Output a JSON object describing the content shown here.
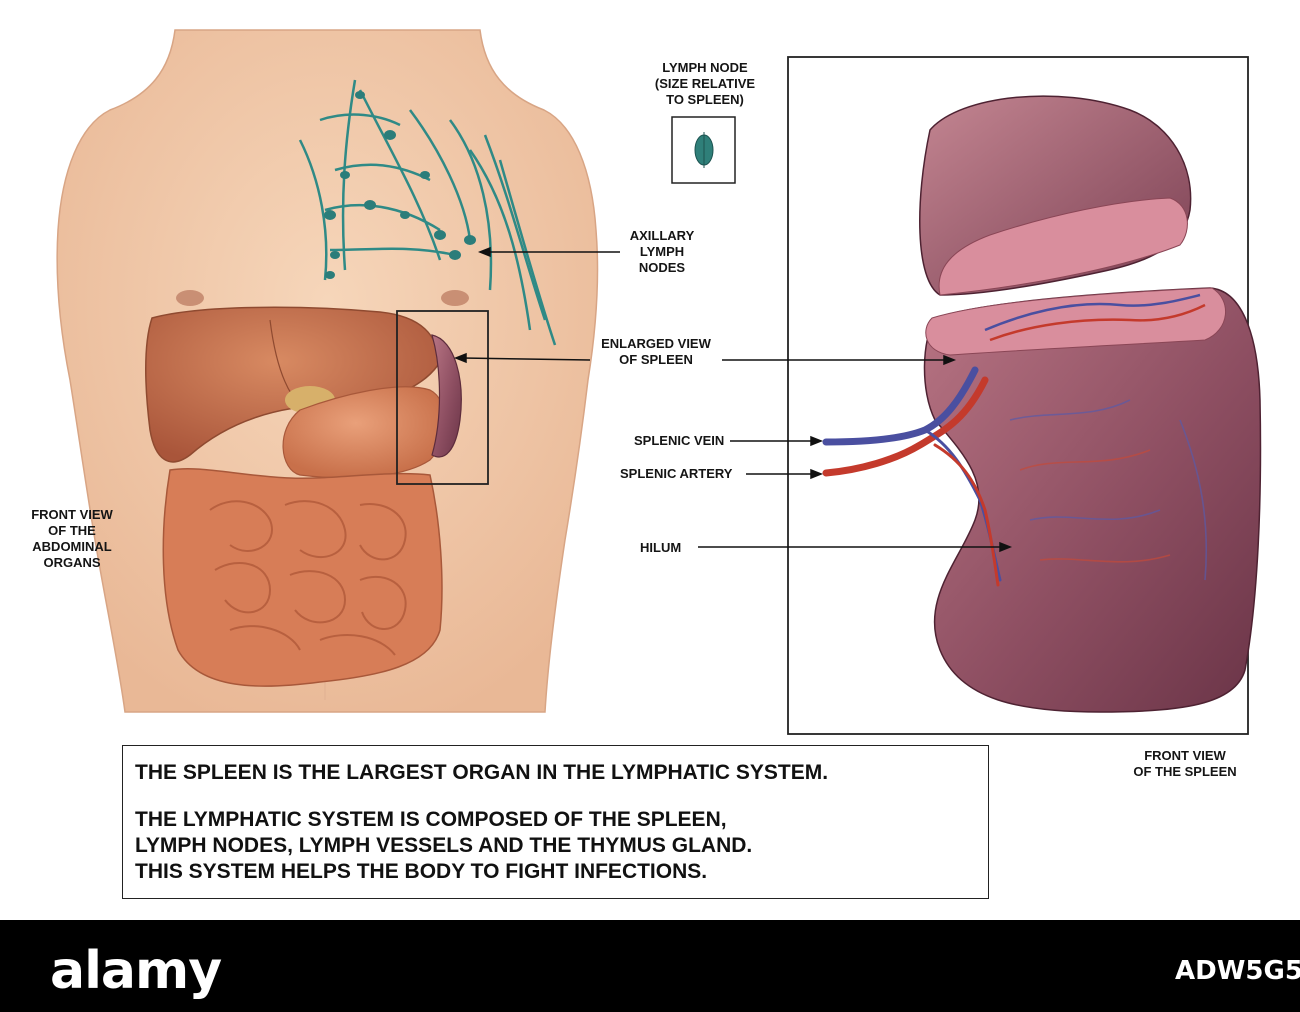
{
  "labels": {
    "lymph_node_note": "LYMPH NODE\n(SIZE RELATIVE\nTO SPLEEN)",
    "axillary": "AXILLARY\nLYMPH\nNODES",
    "enlarged_view": "ENLARGED VIEW\nOF SPLEEN",
    "splenic_vein": "SPLENIC VEIN",
    "splenic_artery": "SPLENIC ARTERY",
    "hilum": "HILUM",
    "front_view_abdominal": "FRONT VIEW\nOF THE\nABDOMINAL\nORGANS",
    "front_view_spleen": "FRONT VIEW\nOF THE SPLEEN"
  },
  "caption": {
    "line1": "THE SPLEEN IS THE LARGEST ORGAN IN THE LYMPHATIC SYSTEM.",
    "line2": "THE LYMPHATIC SYSTEM IS COMPOSED OF THE SPLEEN,",
    "line3": "LYMPH NODES, LYMPH VESSELS AND THE THYMUS GLAND.",
    "line4": "THIS SYSTEM HELPS THE BODY TO FIGHT INFECTIONS."
  },
  "footer": {
    "brand": "alamy",
    "image_code": "ADW5G5"
  },
  "colors": {
    "skin": "#f1c7a6",
    "organ": "#d98a5e",
    "spleen": "#8e4f62",
    "lymph": "#2f8a86",
    "vein": "#4a4fa0",
    "artery": "#c43a2c"
  }
}
